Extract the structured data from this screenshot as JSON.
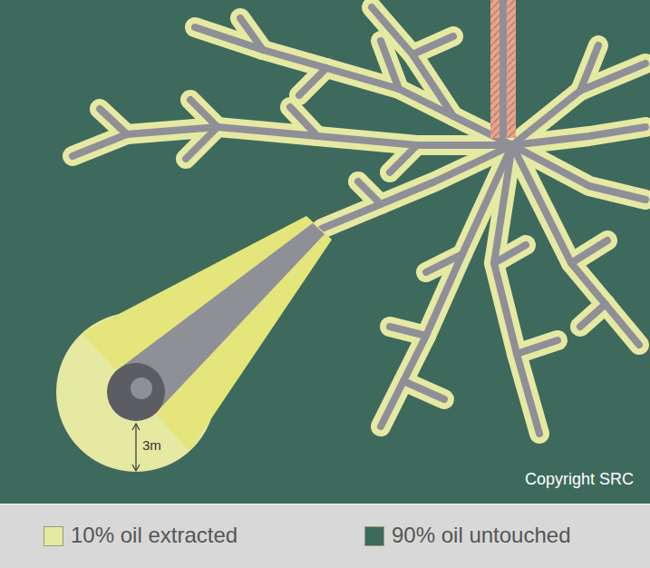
{
  "diagram": {
    "labels": [
      "3m",
      "Copyright SRC"
    ],
    "legend": [
      {
        "text": "10% oil extracted",
        "color": "#e6e9a2"
      },
      {
        "text": "90% oil untouched",
        "color": "#3e6a5d"
      }
    ]
  }
}
